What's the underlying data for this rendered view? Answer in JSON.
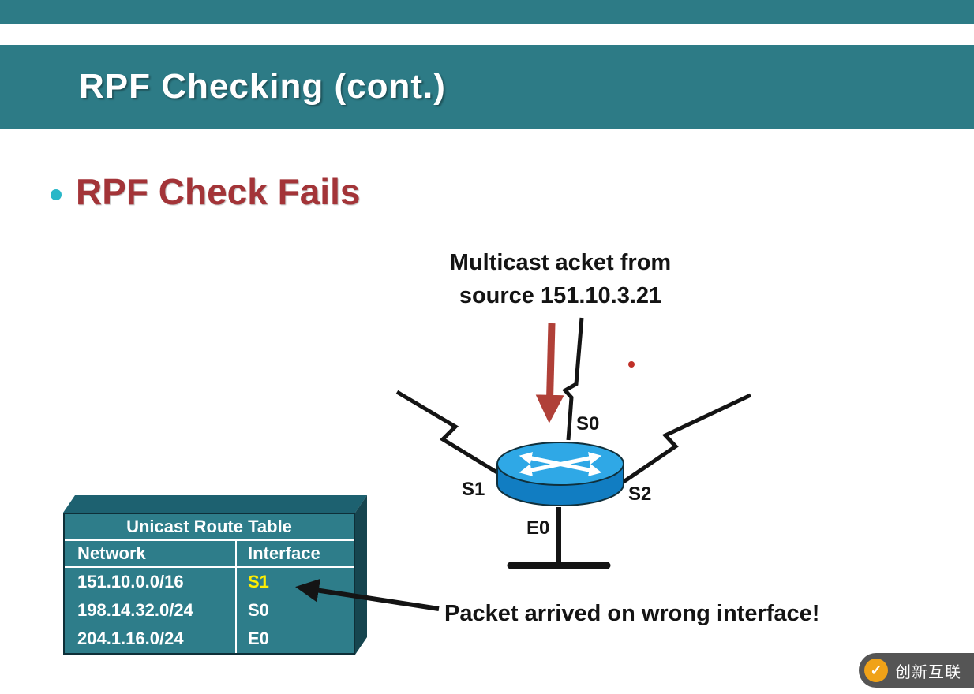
{
  "slide": {
    "title": "RPF Checking (cont.)",
    "bullet_text": "RPF Check Fails"
  },
  "diagram": {
    "packet_label": {
      "line1": "Multicast acket from",
      "line2": "source 151.10.3.21"
    },
    "interfaces": {
      "s0": "S0",
      "s1": "S1",
      "s2": "S2",
      "e0": "E0"
    },
    "annotation": "Packet arrived on wrong interface!",
    "icons": {
      "router": "cisco-router",
      "packet_arrow": "red-down-arrow",
      "links": "serial-lightning-links"
    }
  },
  "route_table": {
    "title": "Unicast Route Table",
    "columns": [
      "Network",
      "Interface"
    ],
    "rows": [
      {
        "network": "151.10.0.0/16",
        "interface": "S1"
      },
      {
        "network": "198.14.32.0/24",
        "interface": "S0"
      },
      {
        "network": "204.1.16.0/24",
        "interface": "E0"
      }
    ],
    "highlighted_interface": "S1",
    "highlight_color": "#ffee00"
  },
  "watermark": {
    "text": "创新互联",
    "logo_glyph": "✓"
  },
  "colors": {
    "header_teal": "#2d7b86",
    "bullet_red": "#a33438",
    "router_blue": "#2fa8e6",
    "packet_arrow_red": "#b04038",
    "table_teal": "#2e7d8a",
    "highlight_yellow": "#ffee00"
  }
}
